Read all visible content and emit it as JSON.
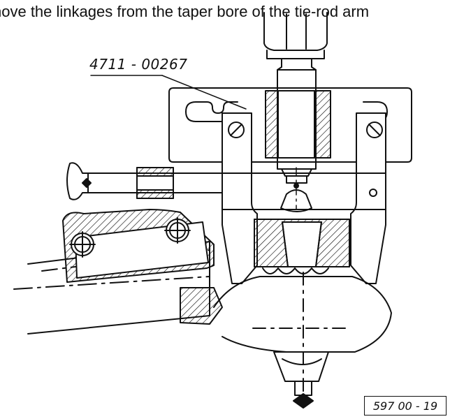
{
  "caption": "nove the linkages from the taper bore of the tie-rod arm",
  "part_number": "4711 - 00267",
  "figure_number": "597 00 - 19"
}
